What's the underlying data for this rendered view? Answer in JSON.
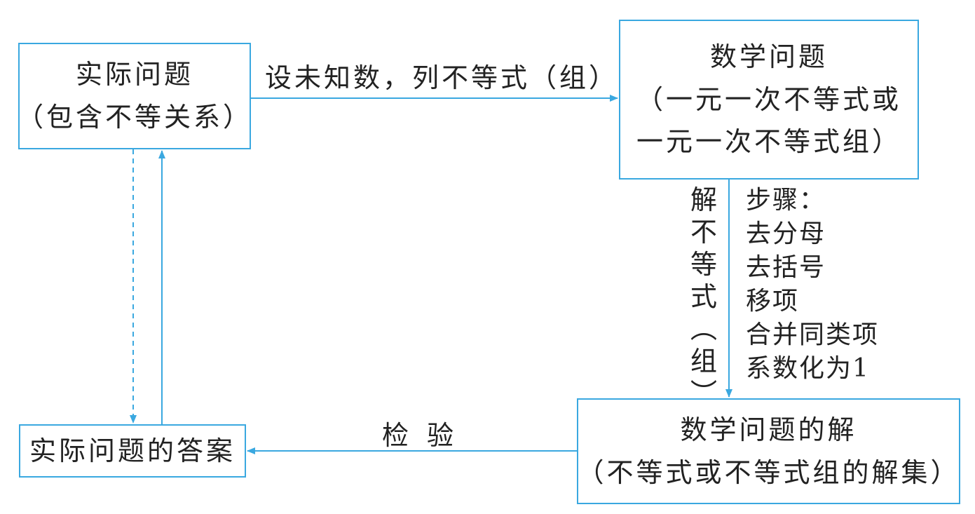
{
  "boxes": {
    "actual_problem": {
      "line1": "实际问题",
      "line2": "（包含不等关系）"
    },
    "math_problem": {
      "line1": "数学问题",
      "line2": "（一元一次不等式或",
      "line3": "一元一次不等式组）"
    },
    "answer": {
      "line1": "实际问题的答案"
    },
    "solution": {
      "line1": "数学问题的解",
      "line2": "（不等式或不等式组的解集）"
    }
  },
  "arrow_labels": {
    "setup": "设未知数，列不等式（组）",
    "check": "检验",
    "solve": [
      "解",
      "不",
      "等",
      "式",
      "︵",
      "组",
      "︶"
    ]
  },
  "steps": {
    "title": "步骤：",
    "items": [
      "去分母",
      "去括号",
      "移项",
      "合并同类项",
      "系数化为1"
    ]
  },
  "colors": {
    "arrow": "#3aa8e0",
    "box_border": "#3aa8e0",
    "text": "#222222"
  }
}
